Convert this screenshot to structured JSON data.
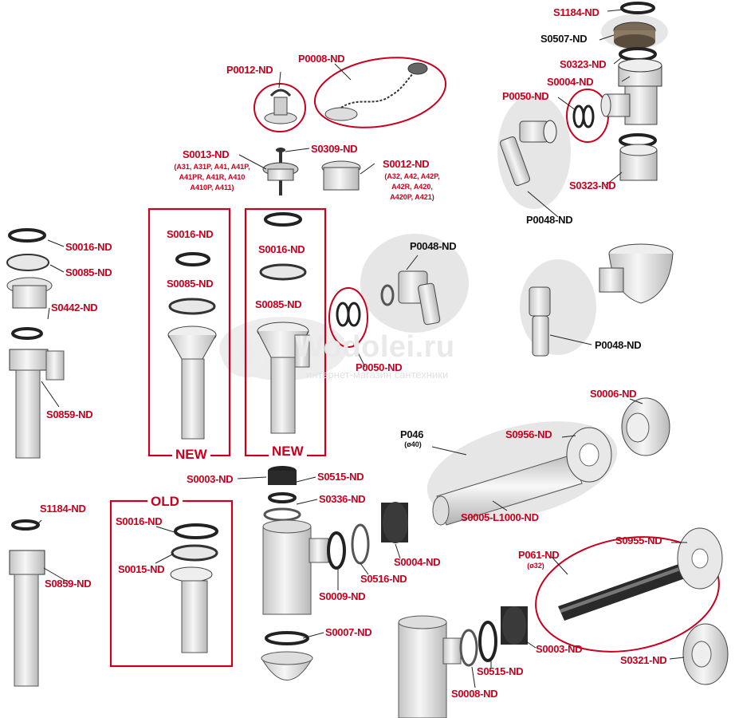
{
  "watermark": {
    "title": "Wodolei.ru",
    "subtitle": "интернет-магазин сантехники"
  },
  "groups": {
    "new_left": "NEW",
    "new_right": "NEW",
    "old": "OLD"
  },
  "labels": {
    "s1184_top": "S1184-ND",
    "s0507": "S0507-ND",
    "s0323_top": "S0323-ND",
    "s0004_top": "S0004-ND",
    "p0050_top": "P0050-ND",
    "s0323_bottom": "S0323-ND",
    "p0048_top": "P0048-ND",
    "p0012": "P0012-ND",
    "p0008": "P0008-ND",
    "s0013": "S0013-ND",
    "s0013_models_1": "(A31, A31P, A41, A41P,",
    "s0013_models_2": "A41PR, A41R, A410",
    "s0013_models_3": "A410P, A411)",
    "s0309": "S0309-ND",
    "s0012": "S0012-ND",
    "s0012_models_1": "(A32, A42, A42P,",
    "s0012_models_2": "A42R, A420,",
    "s0012_models_3": "A420P, A421)",
    "s0016_left": "S0016-ND",
    "s0085_left": "S0085-ND",
    "s0442": "S0442-ND",
    "s0859_left": "S0859-ND",
    "s0016_newleft": "S0016-ND",
    "s0085_newleft": "S0085-ND",
    "s0016_newright": "S0016-ND",
    "s0085_newright": "S0085-ND",
    "p0048_mid": "P0048-ND",
    "p0050_mid": "P0050-ND",
    "p0048_right": "P0048-ND",
    "s0006": "S0006-ND",
    "p046": "P046",
    "p046_size": "(ø40)",
    "s0956": "S0956-ND",
    "s0005": "S0005-L1000-ND",
    "s0003_top": "S0003-ND",
    "s0515_top": "S0515-ND",
    "s0336": "S0336-ND",
    "s1184_left": "S1184-ND",
    "s0859_lower": "S0859-ND",
    "s0016_old": "S0016-ND",
    "s0015_old": "S0015-ND",
    "s0004_mid": "S0004-ND",
    "s0516": "S0516-ND",
    "s0009": "S0009-ND",
    "s0007": "S0007-ND",
    "s0955": "S0955-ND",
    "p061": "P061-ND",
    "p061_size": "(ø32)",
    "s0003_bottom": "S0003-ND",
    "s0321": "S0321-ND",
    "s0515_bottom": "S0515-ND",
    "s0008": "S0008-ND"
  },
  "colors": {
    "label_red": "#c8001e",
    "label_black": "#111111",
    "part_fill": "#dcdcdc",
    "part_dark": "#2a2a2a"
  }
}
